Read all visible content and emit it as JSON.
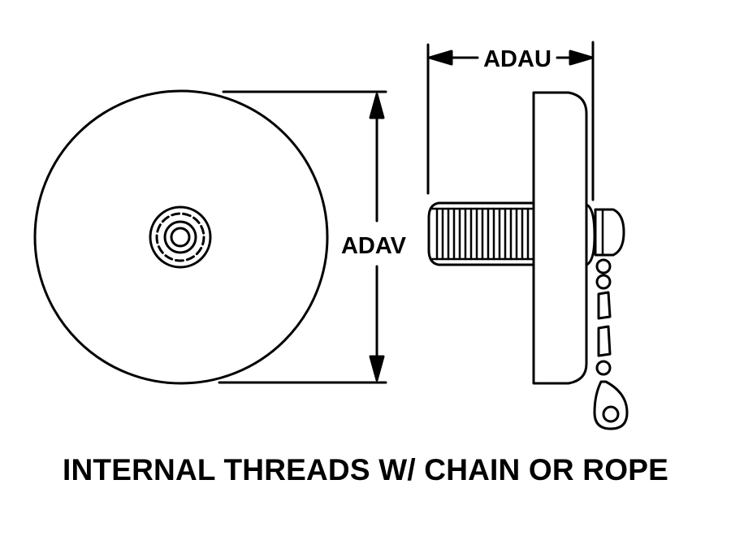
{
  "dimensions": {
    "diameter_label": "ADAV",
    "length_label": "ADAU"
  },
  "caption": "INTERNAL THREADS W/ CHAIN OR ROPE",
  "colors": {
    "line": "#000000",
    "background": "#ffffff"
  }
}
